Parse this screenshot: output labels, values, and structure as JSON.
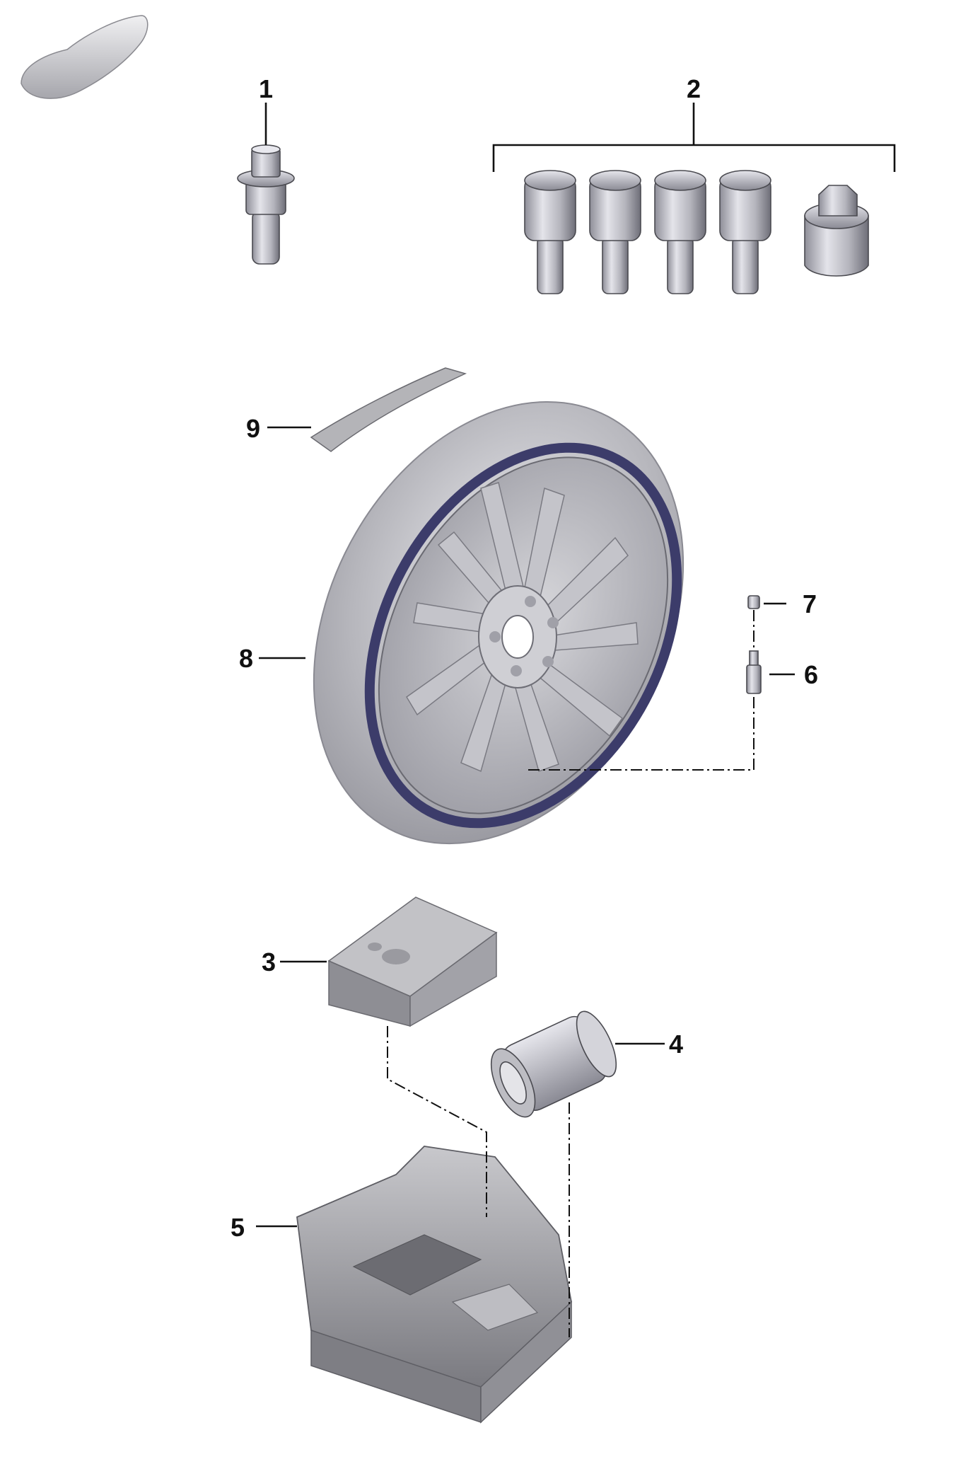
{
  "callouts": [
    "1",
    "2",
    "3",
    "4",
    "5",
    "6",
    "7",
    "8",
    "9"
  ],
  "colors": {
    "metal_light": "#dcdce2",
    "metal_mid": "#a8a8b0",
    "metal_dark": "#6e6e78",
    "tyre_rim_edge": "#3c3c6a",
    "line": "#111111"
  },
  "icons": [
    "car-silhouette-icon"
  ]
}
